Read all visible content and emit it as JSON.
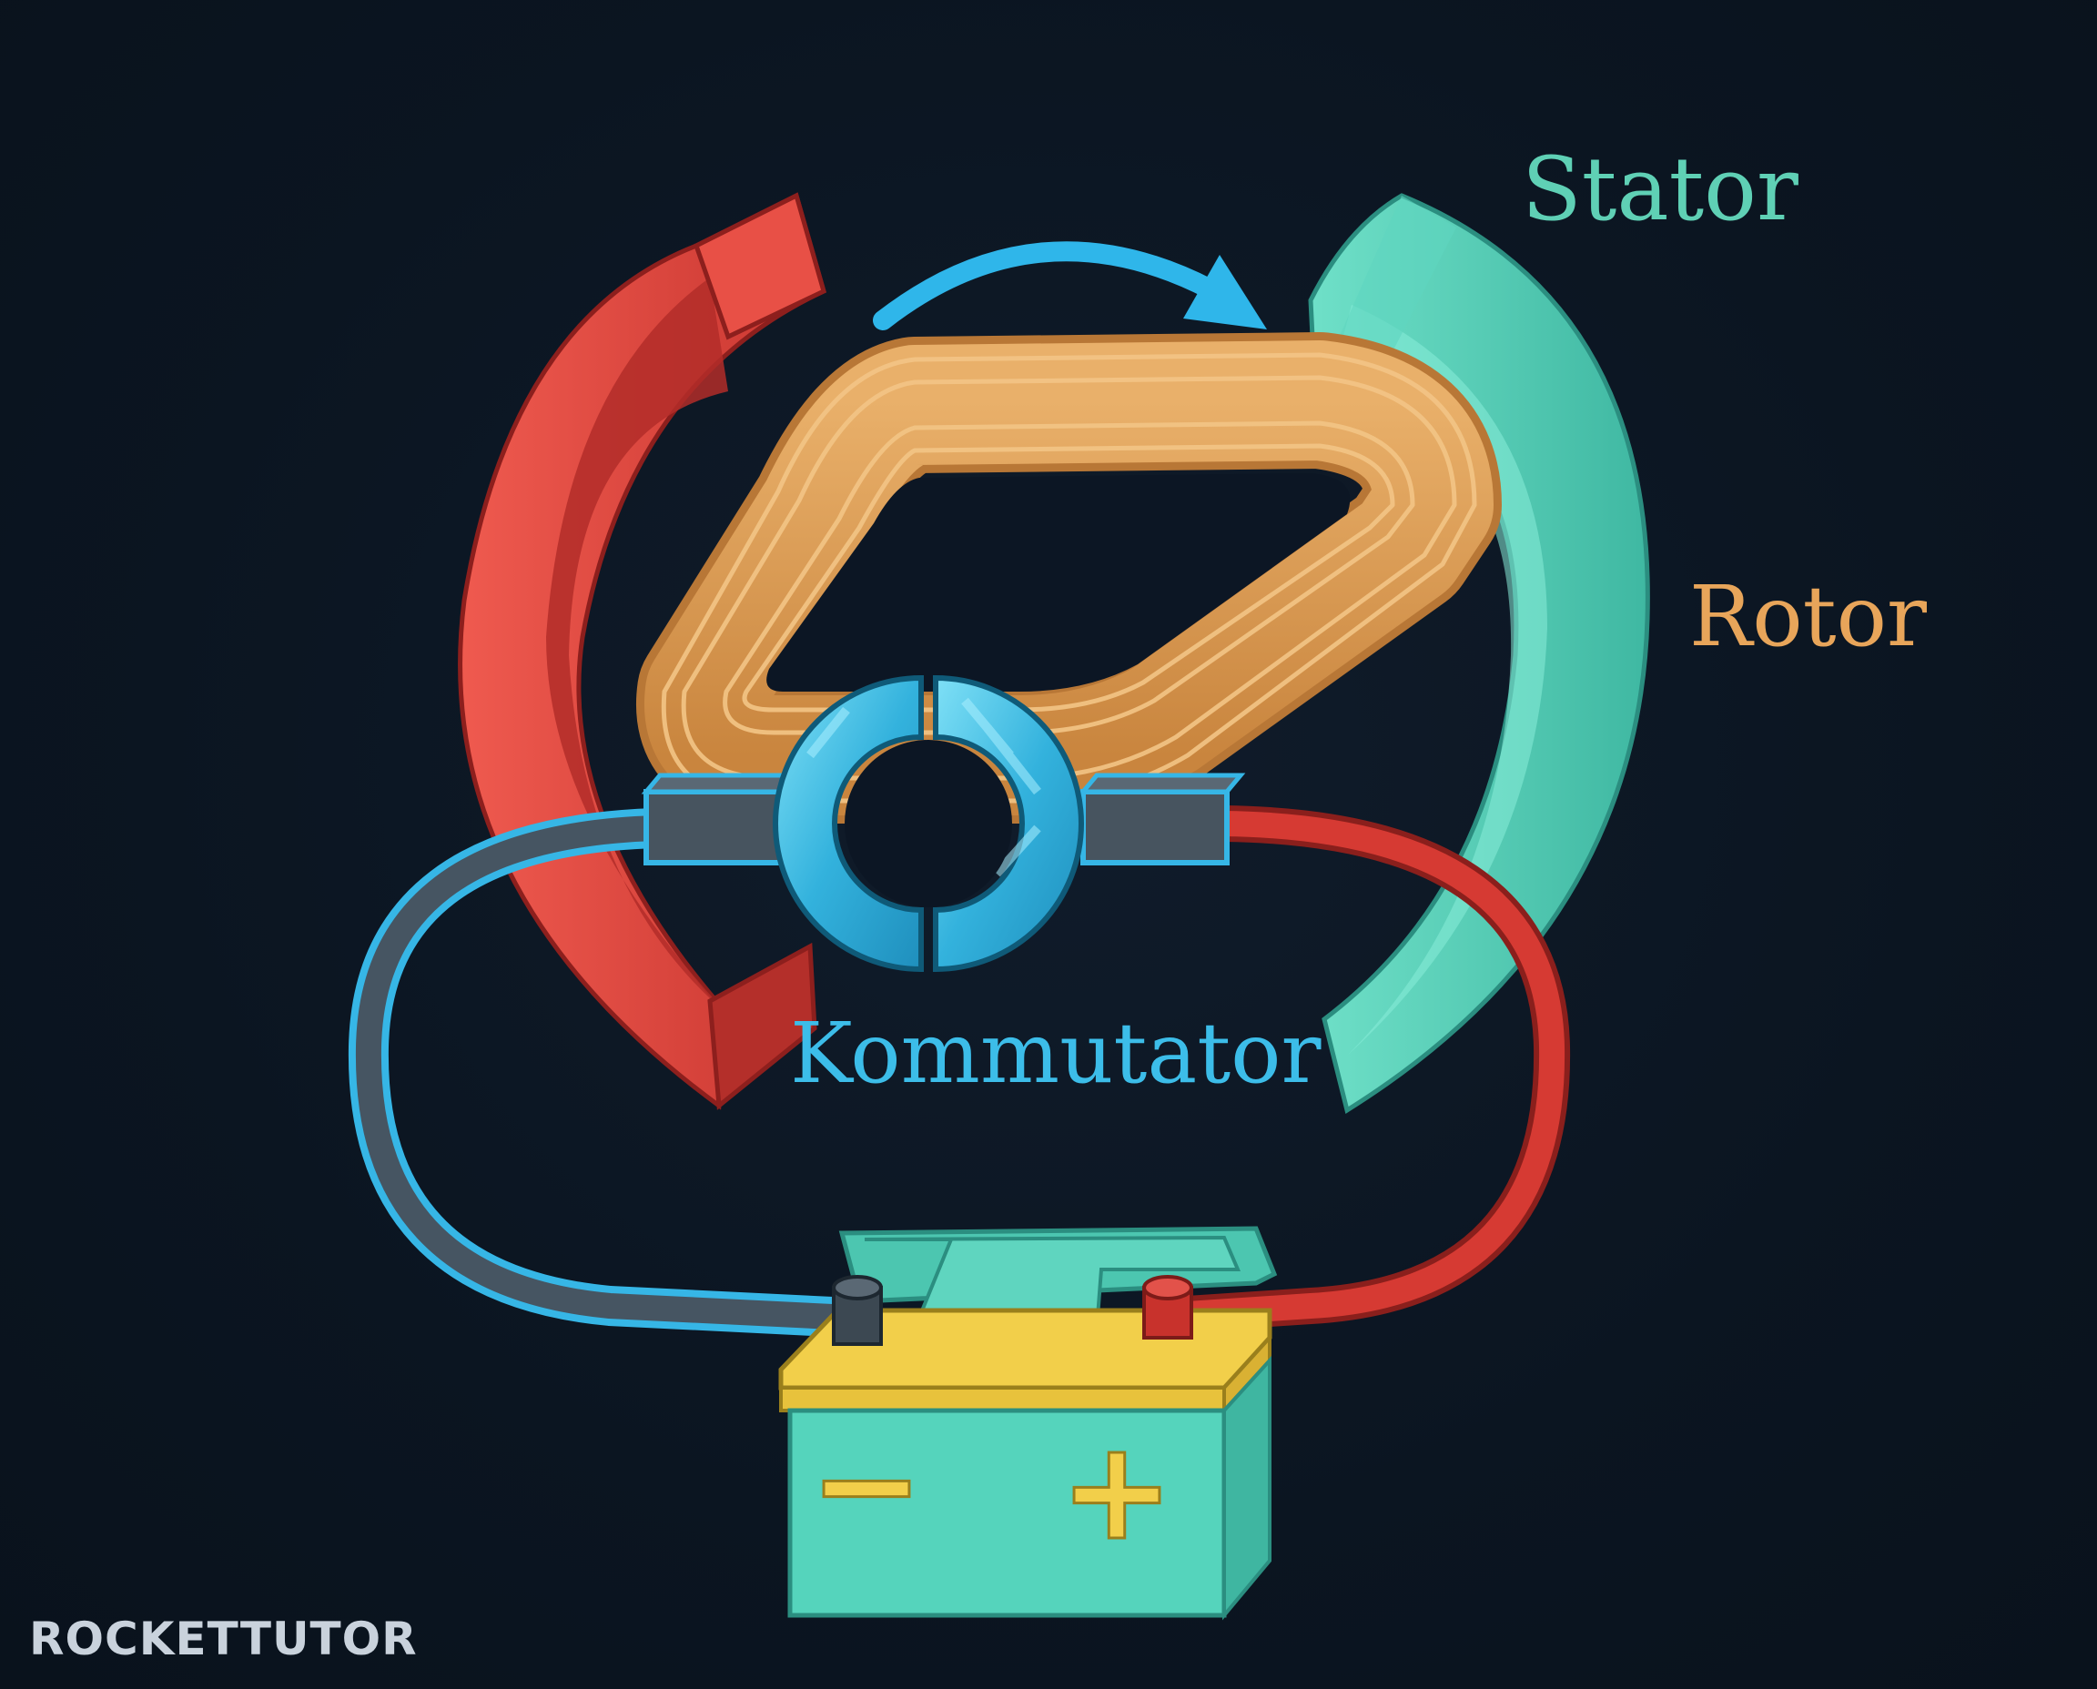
{
  "labels": {
    "stator": "Stator",
    "rotor": "Rotor",
    "kommutator": "Kommutator"
  },
  "battery": {
    "minus_symbol": "−",
    "plus_symbol": "+"
  },
  "logo": {
    "text": "ROCKETTUTOR"
  },
  "colors": {
    "background": "#0c1624",
    "north_magnet": "#e0473f",
    "south_magnet": "#4fcfb6",
    "coil": "#d99a52",
    "commutator": "#3bb9e0",
    "wire_negative": "#465562",
    "wire_positive": "#d63a33",
    "wire_outline": "#36b6e6",
    "battery_body": "#55d4bc",
    "battery_band": "#f2cf4a",
    "stator_label": "#5fd0b5",
    "rotor_label": "#e8a55a",
    "kommutator_label": "#3cbde9",
    "rotation_arrow": "#2fb6ea"
  }
}
